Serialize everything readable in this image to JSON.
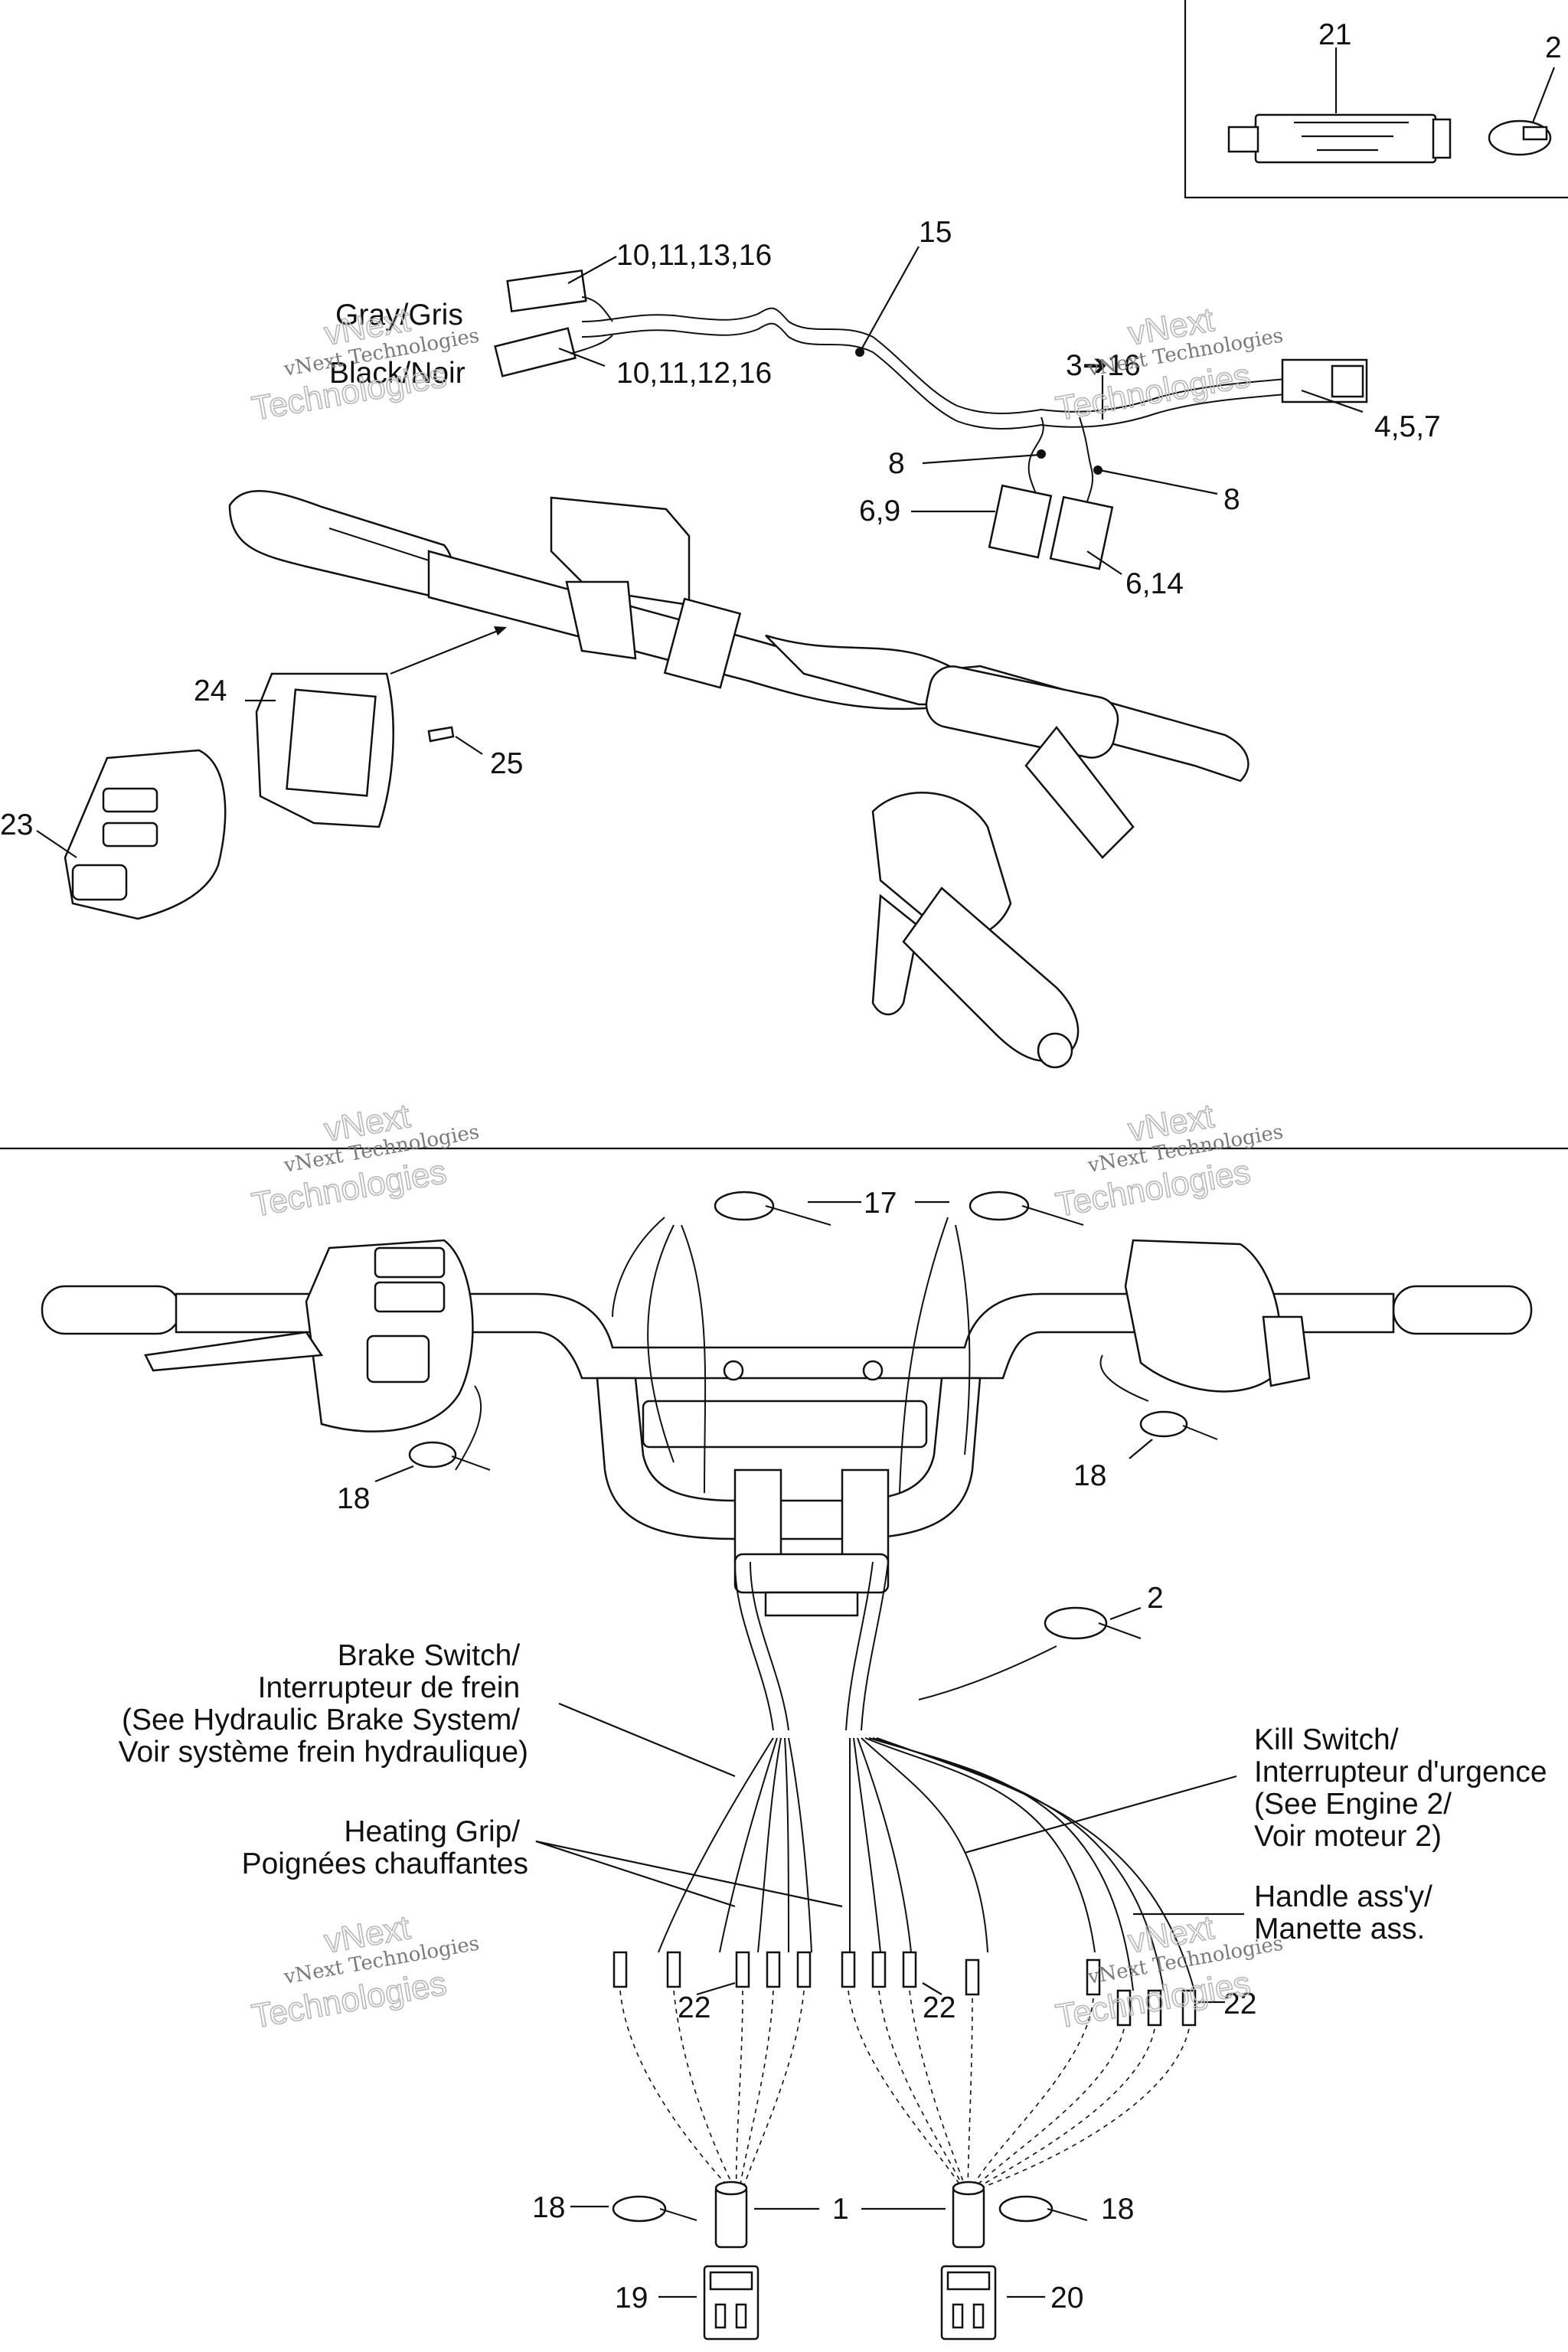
{
  "callouts": {
    "c21": "21",
    "c2_top": "2",
    "c15": "15",
    "c10_11_13_16": "10,11,13,16",
    "c10_11_12_16": "10,11,12,16",
    "c3_16": "3➔16",
    "c4_5_7": "4,5,7",
    "c8_left": "8",
    "c8_right": "8",
    "c6_9": "6,9",
    "c6_14": "6,14",
    "c24": "24",
    "c25": "25",
    "c23": "23",
    "c17": "17",
    "c18_left": "18",
    "c18_right": "18",
    "c2_mid": "2",
    "c22_a": "22",
    "c22_b": "22",
    "c22_c": "22",
    "c18_bl": "18",
    "c1": "1",
    "c18_br": "18",
    "c19": "19",
    "c20": "20"
  },
  "wire_labels": {
    "gray": "Gray/Gris",
    "black": "Black/Noir"
  },
  "notes": {
    "brake": [
      "Brake Switch/",
      "Interrupteur de frein",
      "(See Hydraulic Brake System/",
      "Voir système frein hydraulique)"
    ],
    "heating": [
      "Heating Grip/",
      "Poignées chauffantes"
    ],
    "kill": [
      "Kill Switch/",
      "Interrupteur d'urgence",
      "(See Engine 2/",
      "Voir moteur 2)"
    ],
    "handle": [
      "Handle ass'y/",
      "Manette ass."
    ]
  },
  "watermark": {
    "line1": "vNext",
    "line2": "vNext Technologies",
    "line3": "Technologies"
  }
}
